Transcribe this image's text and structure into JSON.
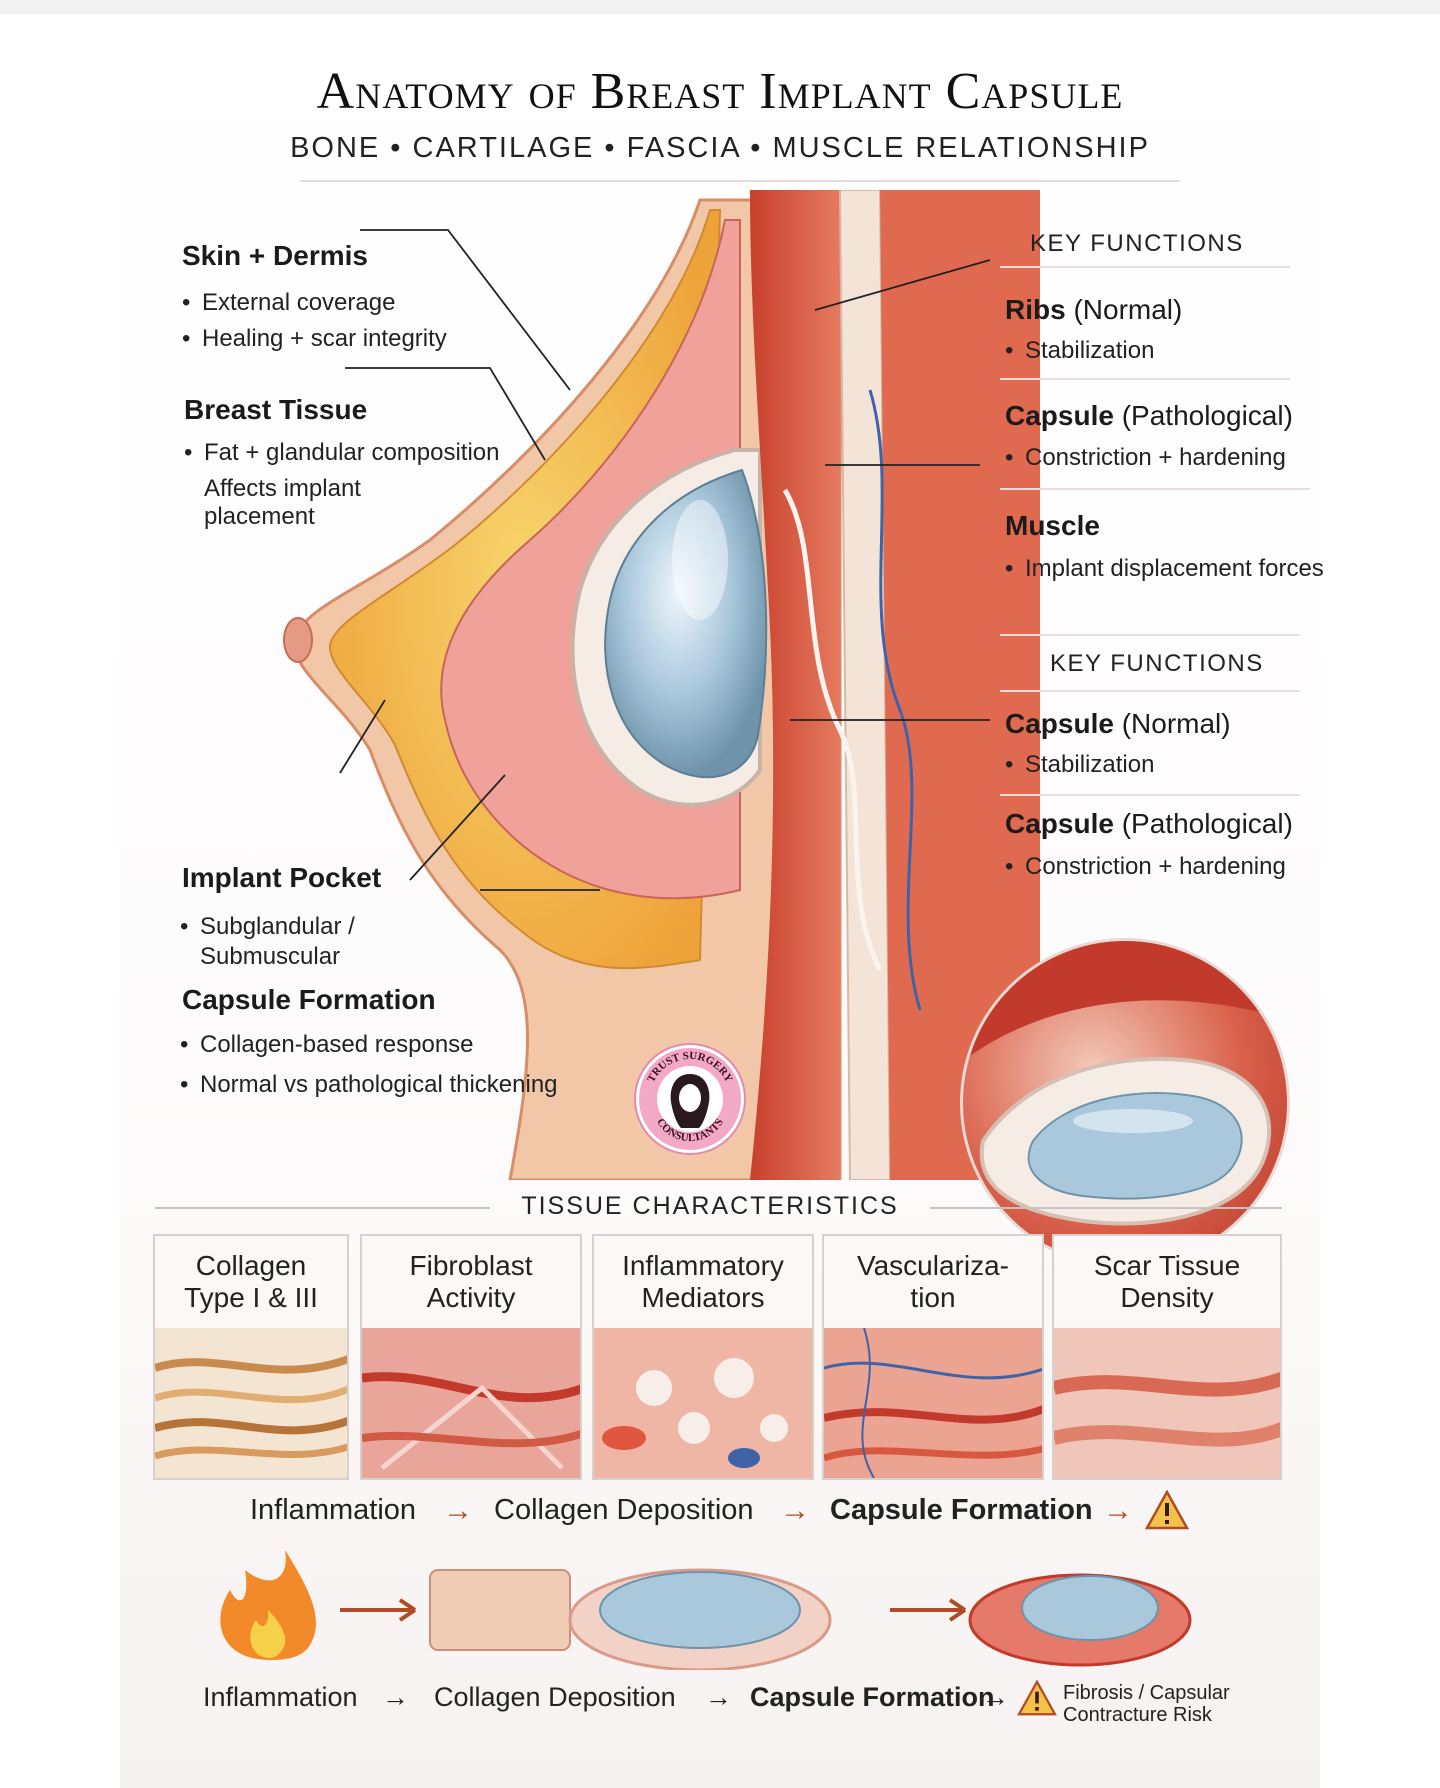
{
  "header": {
    "title": "Anatomy of Breast Implant Capsule",
    "subtitle": "BONE • CARTILAGE • FASCIA • MUSCLE RELATIONSHIP"
  },
  "left_labels": {
    "skin": {
      "title": "Skin + Dermis",
      "bullets": [
        "External coverage",
        "Healing + scar integrity"
      ]
    },
    "breast": {
      "title": "Breast Tissue",
      "bullet1": "Fat + glandular composition",
      "bullet1_cont1": "Affects implant",
      "bullet1_cont2": "placement"
    },
    "pocket": {
      "title": "Implant Pocket",
      "bullet1a": "Subglandular /",
      "bullet1b": "Submuscular"
    },
    "capsule": {
      "title": "Capsule Formation",
      "bullets": [
        "Collagen-based response",
        "Normal vs pathological thickening"
      ]
    }
  },
  "right_panel": {
    "group1": {
      "heading": "KEY FUNCTIONS",
      "items": [
        {
          "name": "Ribs",
          "qualifier": "(Normal)",
          "bullet": "Stabilization"
        },
        {
          "name": "Capsule",
          "qualifier": "(Pathological)",
          "bullet": "Constriction + hardening"
        },
        {
          "name": "Muscle",
          "qualifier": "",
          "bullet": "Implant displacement forces"
        }
      ]
    },
    "group2": {
      "heading": "KEY FUNCTIONS",
      "items": [
        {
          "name": "Capsule",
          "qualifier": "(Normal)",
          "bullet": "Stabilization"
        },
        {
          "name": "Capsule",
          "qualifier": "(Pathological)",
          "bullet": "Constriction + hardening"
        }
      ]
    }
  },
  "logo": {
    "text_top": "TRUST SURGERY",
    "text_bottom": "CONSULTANTS"
  },
  "tissue": {
    "heading": "TISSUE CHARACTERISTICS",
    "tiles": [
      {
        "line1": "Collagen",
        "line2": "Type I & III"
      },
      {
        "line1": "Fibroblast",
        "line2": "Activity"
      },
      {
        "line1": "Inflammatory",
        "line2": "Mediators"
      },
      {
        "line1": "Vasculariza-",
        "line2": "tion"
      },
      {
        "line1": "Scar Tissue",
        "line2": "Density"
      }
    ]
  },
  "flow_top": {
    "step1": "Inflammation",
    "step2": "Collagen Deposition",
    "step3": "Capsule Formation",
    "arrow": "→"
  },
  "flow_bottom": {
    "step1": "Inflammation",
    "step2": "Collagen Deposition",
    "step3": "Capsule Formation",
    "risk1": "Fibrosis / Capsular",
    "risk2": "Contracture Risk",
    "arrow": "→"
  },
  "colors": {
    "accent_arrow": "#b24a25",
    "warning": "#d8892a",
    "logo_pink": "#f3a9c6",
    "tissue_red": "#c8402c",
    "fat_yellow": "#f2b640",
    "implant_blue": "#a9c8dc"
  },
  "icons": [
    "warning-icon",
    "fire-icon",
    "arrow-right-icon"
  ]
}
